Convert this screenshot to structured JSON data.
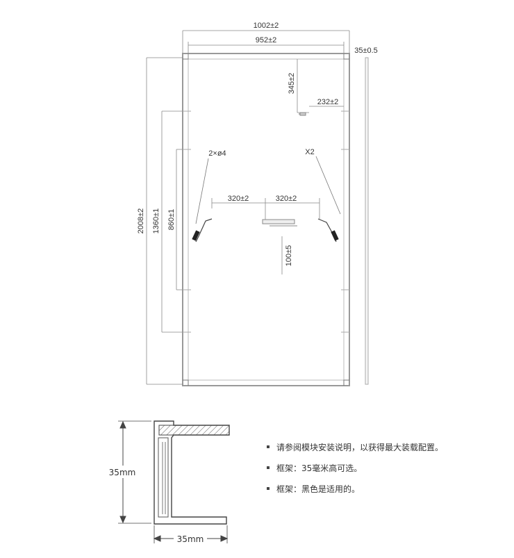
{
  "panel": {
    "dim_width_outer": "1002±2",
    "dim_width_inner": "952±2",
    "dim_frame_thickness": "35±0.5",
    "dim_height_total": "2008±2",
    "dim_height_1360": "1360±1",
    "dim_height_860": "860±1",
    "dim_345": "345±2",
    "dim_232": "232±2",
    "hole_label": "2×ø4",
    "x2_label": "X2",
    "dim_320_left": "320±2",
    "dim_320_right": "320±2",
    "dim_100": "100±5"
  },
  "profile": {
    "height_label": "35mm",
    "width_label": "35mm"
  },
  "notes": [
    "请参阅模块安装说明，以获得最大装载配置。",
    "框架：35毫米高可选。",
    "框架：黑色是适用的。"
  ]
}
